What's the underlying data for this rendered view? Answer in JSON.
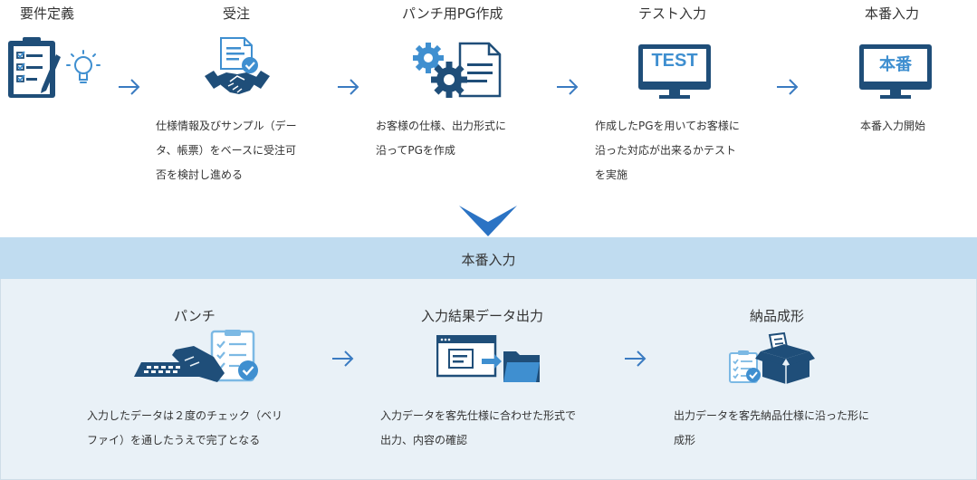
{
  "steps": [
    {
      "title": "要件定義",
      "desc": [],
      "icon": "requirements-icon"
    },
    {
      "title": "受注",
      "desc": [
        "仕様情報及びサンプル（デー",
        "タ、帳票）をベースに受注可",
        "否を検討し進める"
      ],
      "icon": "handshake-icon"
    },
    {
      "title": "パンチ用PG作成",
      "desc": [
        "お客様の仕様、出力形式に",
        "沿ってPGを作成"
      ],
      "icon": "gears-document-icon"
    },
    {
      "title": "テスト入力",
      "desc": [
        "作成したPGを用いてお客様に",
        "沿った対応が出来るかテスト",
        "を実施"
      ],
      "icon": "test-monitor-icon",
      "screen_text": "TEST"
    },
    {
      "title": "本番入力",
      "desc": [
        "本番入力開始"
      ],
      "icon": "production-monitor-icon",
      "screen_text": "本番"
    }
  ],
  "band": {
    "title": "本番入力"
  },
  "substeps": [
    {
      "title": "パンチ",
      "desc": [
        "入力したデータは２度のチェック（ベリ",
        "ファイ）を通したうえで完了となる"
      ],
      "icon": "keyboard-checklist-icon"
    },
    {
      "title": "入力結果データ出力",
      "desc": [
        "入力データを客先仕様に合わせた形式で",
        "出力、内容の確認"
      ],
      "icon": "window-folder-icon"
    },
    {
      "title": "納品成形",
      "desc": [
        "出力データを客先納品仕様に沿った形に",
        "成形"
      ],
      "icon": "box-delivery-icon"
    }
  ],
  "colors": {
    "navy": "#1f4e79",
    "blue": "#3f8fd0",
    "light_blue": "#7cb9e4",
    "band": "#c0dcf0",
    "panel": "#e9f1f7",
    "arrow": "#3a7bc1",
    "chevron": "#2b73c4"
  }
}
